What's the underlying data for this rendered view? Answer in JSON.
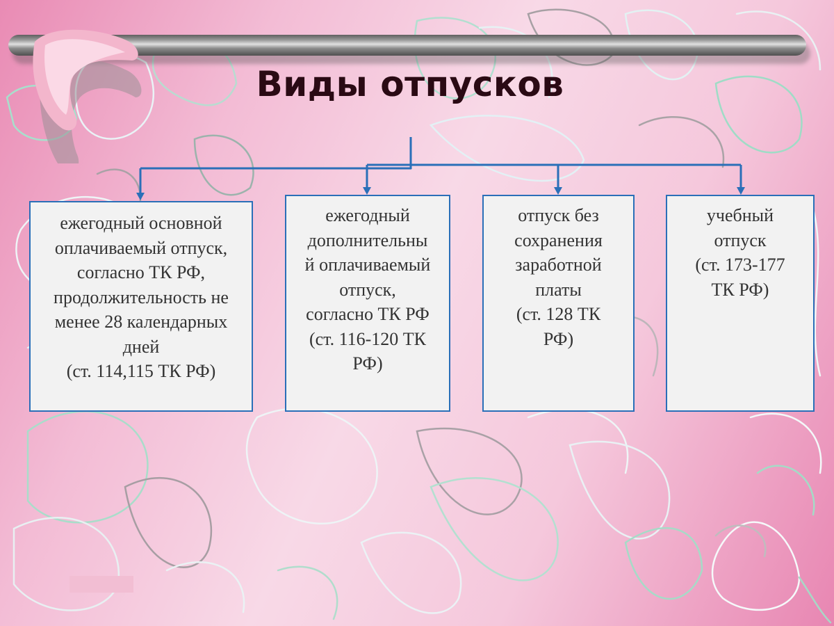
{
  "slide": {
    "title": "Виды отпусков",
    "accent_color": "#2a6fb8",
    "box_fill": "#f2f2f2"
  },
  "boxes": [
    {
      "lines": [
        "ежегодный основной",
        "оплачиваемый отпуск,",
        "согласно ТК РФ,",
        "продолжительность не",
        "менее 28 календарных",
        "дней",
        "(ст. 114,115 ТК РФ)"
      ]
    },
    {
      "lines": [
        "ежегодный",
        "дополнительны",
        "й оплачиваемый",
        "отпуск,",
        "согласно ТК РФ",
        "(ст. 116-120 ТК",
        "РФ)"
      ]
    },
    {
      "lines": [
        "отпуск без",
        "сохранения",
        "заработной",
        "платы",
        "(ст. 128 ТК",
        "РФ)"
      ]
    },
    {
      "lines": [
        "учебный",
        "отпуск",
        "(ст. 173-177",
        "ТК РФ)"
      ]
    }
  ],
  "icons": {
    "rod": "curtain-rod-icon",
    "boomerang": "boomerang-icon"
  }
}
